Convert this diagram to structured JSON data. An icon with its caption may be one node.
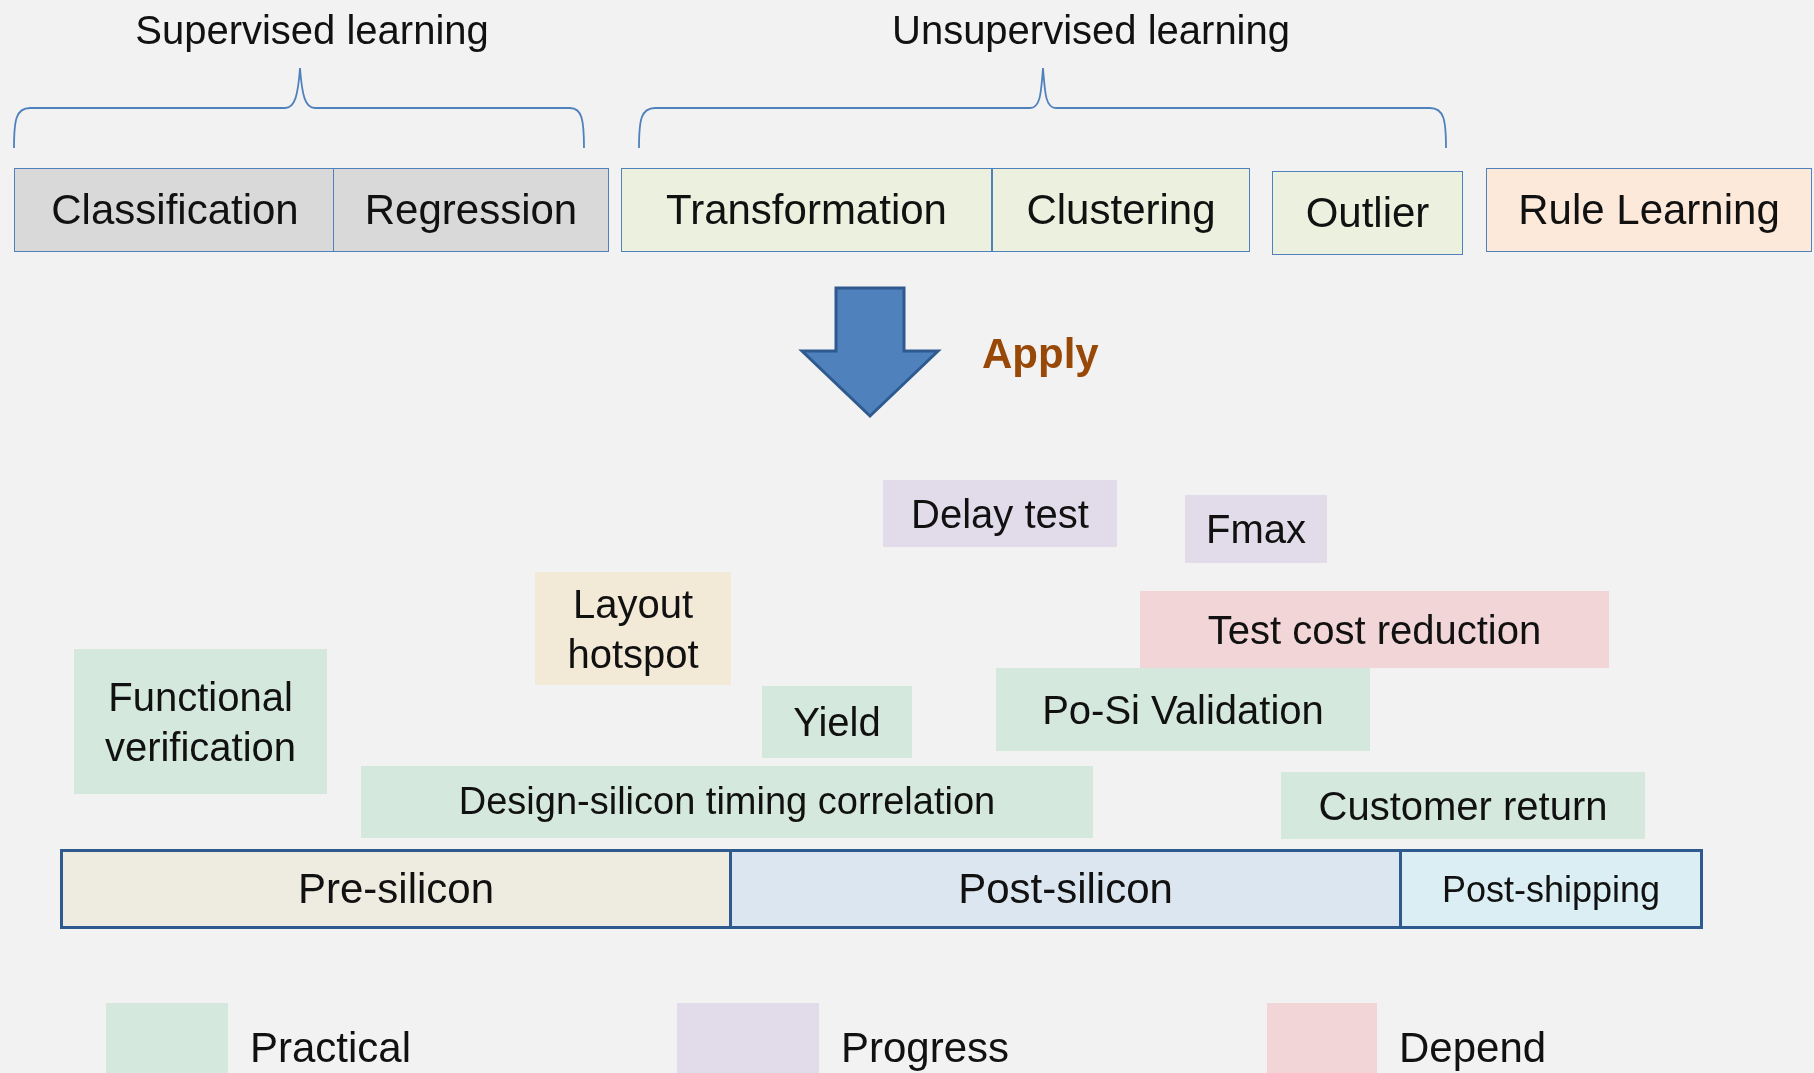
{
  "diagram": {
    "nodes": [
      {
        "text": [
          "Classification"
        ]
      },
      {
        "text": [
          "Regression"
        ]
      },
      {
        "text": [
          "Transformation"
        ]
      },
      {
        "text": [
          "Clustering"
        ]
      },
      {
        "text": [
          "Outlier"
        ]
      },
      {
        "text": [
          "Rule Learning"
        ]
      },
      {
        "text": [
          "Delay test"
        ]
      },
      {
        "text": [
          "Fmax"
        ]
      },
      {
        "text": [
          "Layout hotspot"
        ]
      },
      {
        "text": [
          "Test cost reduction"
        ]
      },
      {
        "text": [
          "Functional verification"
        ]
      },
      {
        "text": [
          "Po-Si Validation"
        ]
      },
      {
        "text": [
          "Yield"
        ]
      },
      {
        "text": [
          "Design-silicon timing correlation"
        ]
      },
      {
        "text": [
          "Customer return"
        ]
      },
      {
        "text": [
          "Pre-silicon"
        ]
      },
      {
        "text": [
          "Post-silicon"
        ]
      },
      {
        "text": [
          "Post-shipping"
        ]
      }
    ],
    "edges": [],
    "labels": [
      "Supervised learning",
      "Unsupervised learning",
      "Apply"
    ],
    "legend": [
      {
        "text": "Practical",
        "color": "#d5e8de"
      },
      {
        "text": "Progress",
        "color": "#e2dcea"
      },
      {
        "text": "Depend",
        "color": "#f2d6d7"
      }
    ]
  }
}
